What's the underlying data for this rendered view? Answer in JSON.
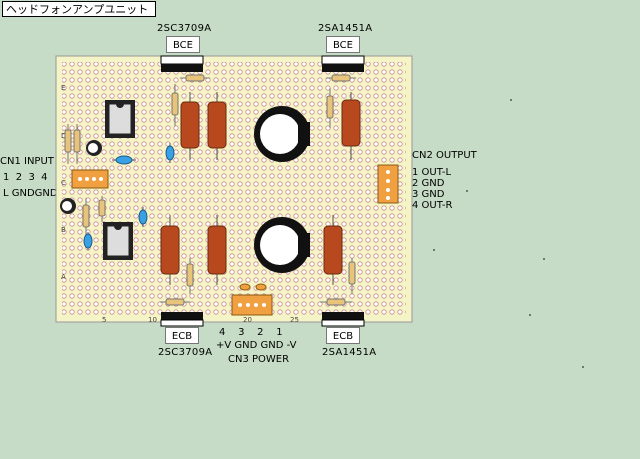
{
  "window_title": "ヘッドフォンアンプユニット",
  "transistors": {
    "top_left": {
      "part": "2SC3709A",
      "pinout": "BCE"
    },
    "top_right": {
      "part": "2SA1451A",
      "pinout": "BCE"
    },
    "bottom_left": {
      "part": "2SC3709A",
      "pinout": "ECB"
    },
    "bottom_right": {
      "part": "2SA1451A",
      "pinout": "ECB"
    }
  },
  "cn1": {
    "title": "CN1 INPUT",
    "pin_numbers": "1  2  3  4",
    "pin_names": "L GNDGNDR"
  },
  "cn2": {
    "title": "CN2 OUTPUT",
    "pins": [
      "1 OUT-L",
      "2 GND",
      "3 GND",
      "4 OUT-R"
    ]
  },
  "cn3": {
    "title": "CN3 POWER",
    "pin_numbers": "4    3    2    1",
    "pin_names": "+V GND GND -V"
  },
  "board_markings": {
    "rows": [
      "E",
      "D",
      "C",
      "B",
      "A"
    ],
    "columns": [
      "5",
      "10",
      "20",
      "25"
    ]
  },
  "colors": {
    "background": "#c6dcc6",
    "board": "#f4f4c6",
    "resistor_big": "#b8491f",
    "connector": "#f0a040",
    "capacitor": "#3aa0e6"
  }
}
